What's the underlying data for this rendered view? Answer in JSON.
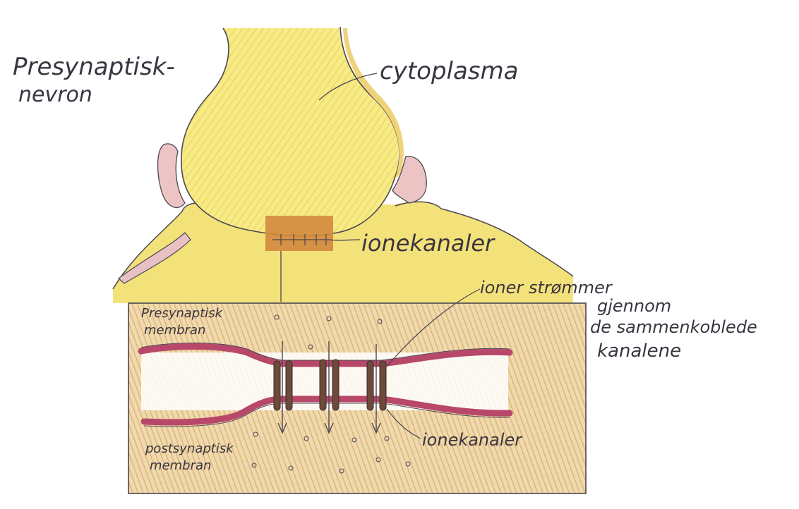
{
  "labels": {
    "presynaptic_neuron_line1": "Presynaptisk-",
    "presynaptic_neuron_line2": "nevron",
    "cytoplasm": "cytoplasma",
    "ion_channels_top": "ionekanaler",
    "ions_flow_line1": "ioner strømmer",
    "ions_flow_line2": "gjennom",
    "ions_flow_line3": "de sammenkoblede",
    "ions_flow_line4": "kanalene",
    "presynaptic_membrane_line1": "Presynaptisk",
    "presynaptic_membrane_line2": "membran",
    "postsynaptic_membrane_line1": "postsynaptisk",
    "postsynaptic_membrane_line2": "membran",
    "ion_channels_bottom": "ionekanaler"
  },
  "colors": {
    "neuron_yellow": "#f4e36a",
    "neuron_light": "#f8ee9c",
    "postsynaptic_yellow": "#f2e27a",
    "synapse_box_fill": "#ecd2a4",
    "synapse_orange": "#c8743a",
    "membrane_pink": "#b8486a",
    "channel_brown": "#6e4a3c",
    "outline": "#4b4652"
  }
}
